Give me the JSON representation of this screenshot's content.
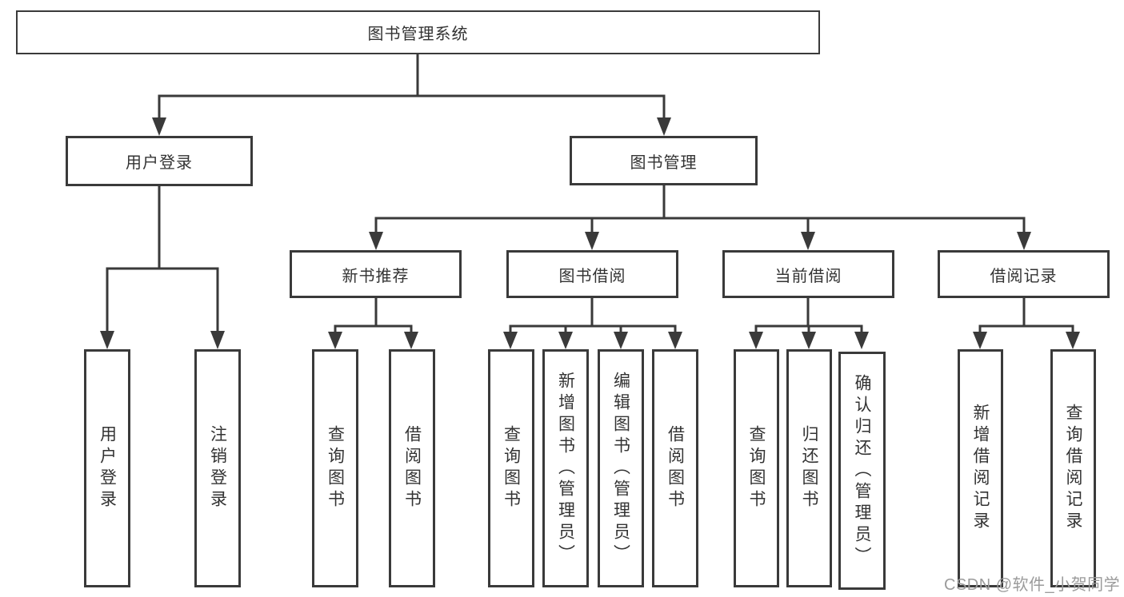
{
  "colors": {
    "line": "#3a3a3a",
    "text": "#333333",
    "background": "#ffffff",
    "watermark": "#9b9b9b"
  },
  "watermark": {
    "text": "CSDN @软件_小贺同学"
  },
  "tree": {
    "label": "图书管理系统",
    "children": [
      {
        "label": "用户登录",
        "children": [
          {
            "label": "用户登录"
          },
          {
            "label": "注销登录"
          }
        ]
      },
      {
        "label": "图书管理",
        "children": [
          {
            "label": "新书推荐",
            "children": [
              {
                "label": "查询图书"
              },
              {
                "label": "借阅图书"
              }
            ]
          },
          {
            "label": "图书借阅",
            "children": [
              {
                "label": "查询图书"
              },
              {
                "label": "新增图书（管理员）"
              },
              {
                "label": "编辑图书（管理员）"
              },
              {
                "label": "借阅图书"
              }
            ]
          },
          {
            "label": "当前借阅",
            "children": [
              {
                "label": "查询图书"
              },
              {
                "label": "归还图书"
              },
              {
                "label": "确认归还（管理员）"
              }
            ]
          },
          {
            "label": "借阅记录",
            "children": [
              {
                "label": "新增借阅记录"
              },
              {
                "label": "查询借阅记录"
              }
            ]
          }
        ]
      }
    ]
  }
}
